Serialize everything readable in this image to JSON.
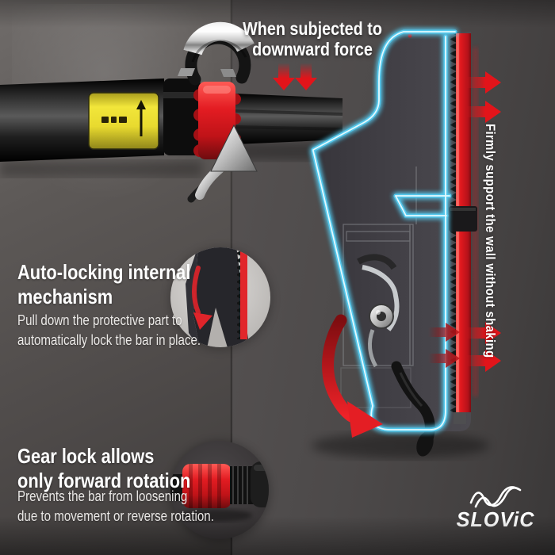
{
  "top_callout": {
    "line1": "When subjected to",
    "line2": "downward force"
  },
  "right_callout": {
    "text": "Firmly support the wall without shaking"
  },
  "sections": {
    "auto_lock": {
      "heading_line1": "Auto-locking internal",
      "heading_line2": "mechanism",
      "body_line1": "Pull down the protective part to",
      "body_line2": "automatically lock the bar in place."
    },
    "gear_lock": {
      "heading_line1": "Gear lock allows",
      "heading_line2": "only forward rotation",
      "body_line1": "Prevents the bar from loosening",
      "body_line2": "due to movement or reverse rotation."
    }
  },
  "brand": {
    "name": "SLOViC"
  },
  "icons": {
    "down_arrows": "red-down-arrow-icon",
    "right_arrows": "red-right-arrow-icon",
    "rotation_arrow": "red-rotation-arrow-icon",
    "bar_rotation_arrow": "silver-rotation-arrow-icon",
    "logo": "wave-logo-icon"
  },
  "colors": {
    "accent_red": "#e2191e",
    "glow_blue": "#55c8ec",
    "label_yellow": "#f0e13c",
    "wall_left": "#565250",
    "wall_right": "#474444",
    "text": "#ffffff"
  }
}
